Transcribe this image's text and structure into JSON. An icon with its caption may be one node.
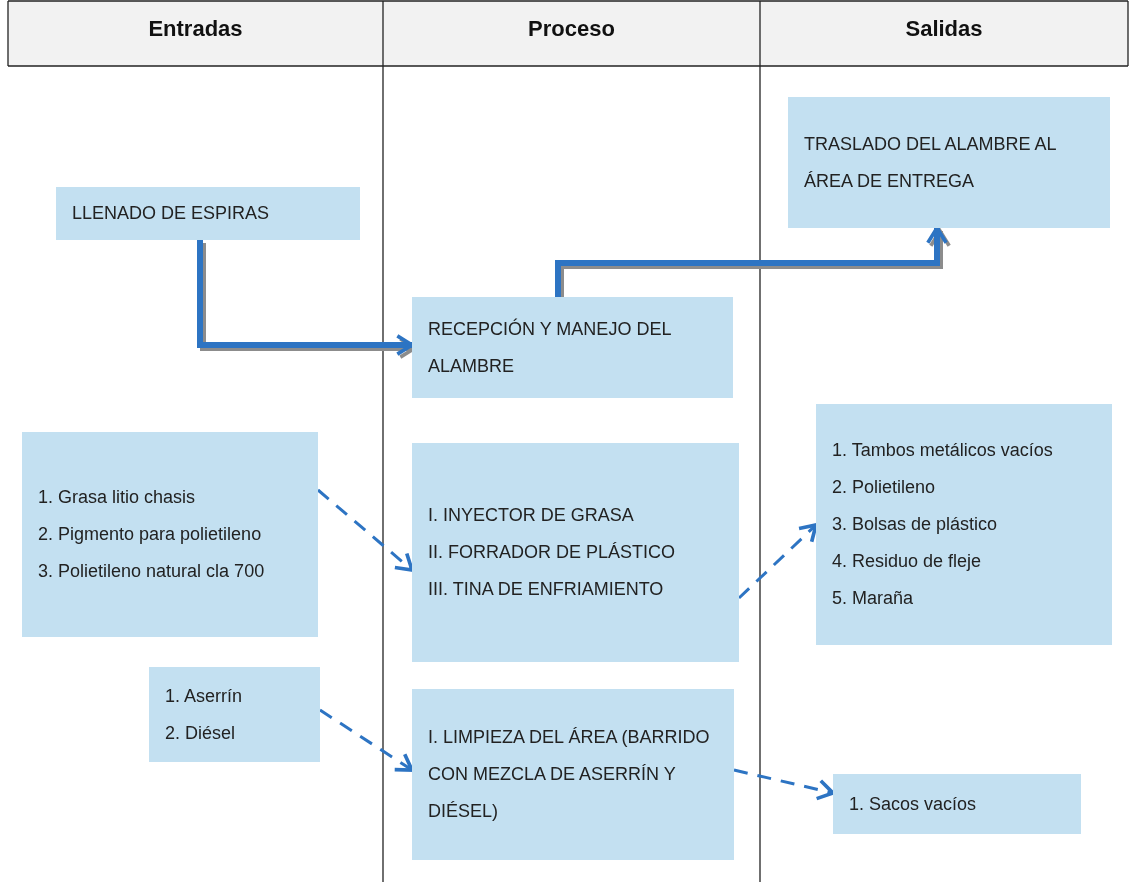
{
  "diagram": {
    "nodes": [
      {
        "text": [
          "LLENADO DE ESPIRAS"
        ]
      },
      {
        "text": [
          "TRASLADO DEL ALAMBRE AL ÁREA DE ENTREGA"
        ]
      },
      {
        "text": [
          "RECEPCIÓN Y MANEJO DEL ALAMBRE"
        ]
      },
      {
        "text": [
          "1. Grasa litio chasis",
          "2. Pigmento para polietileno",
          "3. Polietileno natural cla 700"
        ]
      },
      {
        "text": [
          "I. INYECTOR DE GRASA",
          "II. FORRADOR DE PLÁSTICO",
          "III. TINA DE ENFRIAMIENTO"
        ]
      },
      {
        "text": [
          "1. Tambos metálicos vacíos",
          "2. Polietileno",
          "3. Bolsas de plástico",
          "4. Residuo de fleje",
          "5. Maraña"
        ]
      },
      {
        "text": [
          "1. Aserrín",
          "2. Diésel"
        ]
      },
      {
        "text": [
          "I. LIMPIEZA DEL ÁREA (BARRIDO CON MEZCLA DE ASERRÍN Y DIÉSEL)"
        ]
      },
      {
        "text": [
          "1. Sacos vacíos"
        ]
      }
    ],
    "edges": [
      {
        "from": 0,
        "to": 2,
        "arrow": "to",
        "style": "thick"
      },
      {
        "from": 2,
        "to": 1,
        "arrow": "to",
        "style": "thick"
      },
      {
        "from": 3,
        "to": 4,
        "arrow": "to",
        "style": "dashed"
      },
      {
        "from": 4,
        "to": 5,
        "arrow": "to",
        "style": "dashed"
      },
      {
        "from": 6,
        "to": 7,
        "arrow": "to",
        "style": "dashed"
      },
      {
        "from": 7,
        "to": 8,
        "arrow": "to",
        "style": "dashed"
      }
    ],
    "labels": [
      "Entradas",
      "Proceso",
      "Salidas"
    ]
  }
}
